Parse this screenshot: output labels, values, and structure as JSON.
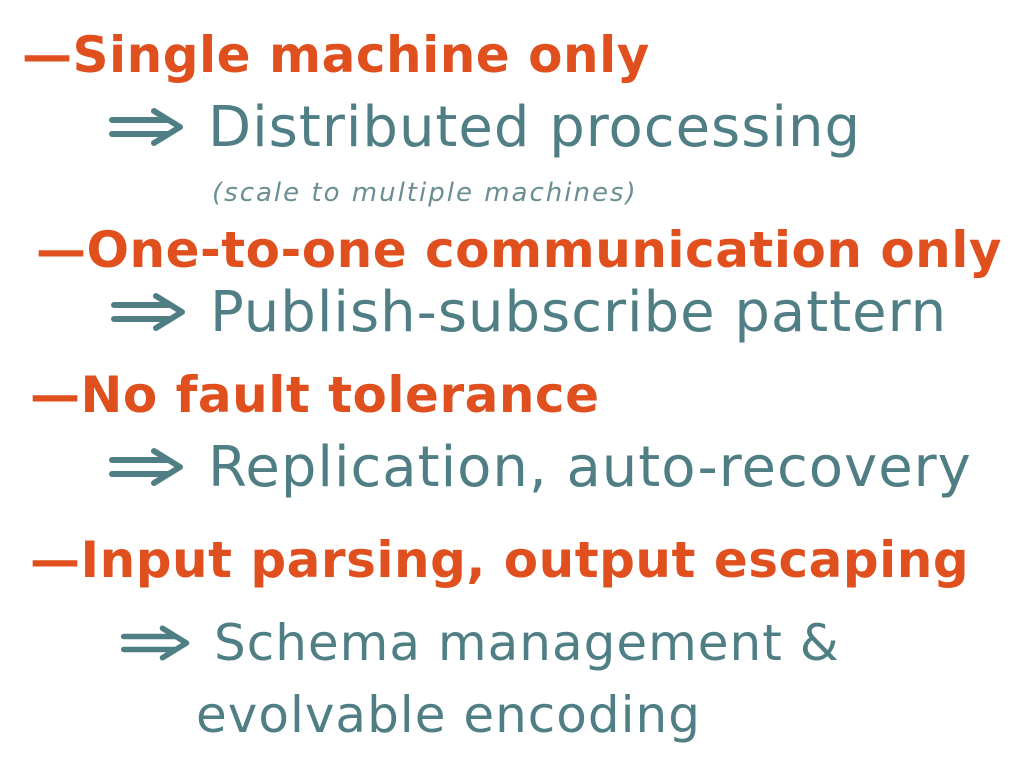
{
  "items": [
    {
      "problem": "—Single machine only",
      "solution": "Distributed processing",
      "note": "(scale to multiple machines)"
    },
    {
      "problem": "—One-to-one communication only",
      "solution": "Publish-subscribe pattern"
    },
    {
      "problem": "—No fault tolerance",
      "solution": "Replication, auto-recovery"
    },
    {
      "problem": "—Input parsing, output escaping",
      "solution": "Schema management &",
      "solution_cont": "evolvable encoding"
    }
  ],
  "colors": {
    "problem": "#e0501f",
    "solution": "#4f7f85"
  },
  "icons": {
    "arrow": "double-arrow-implies-icon"
  }
}
